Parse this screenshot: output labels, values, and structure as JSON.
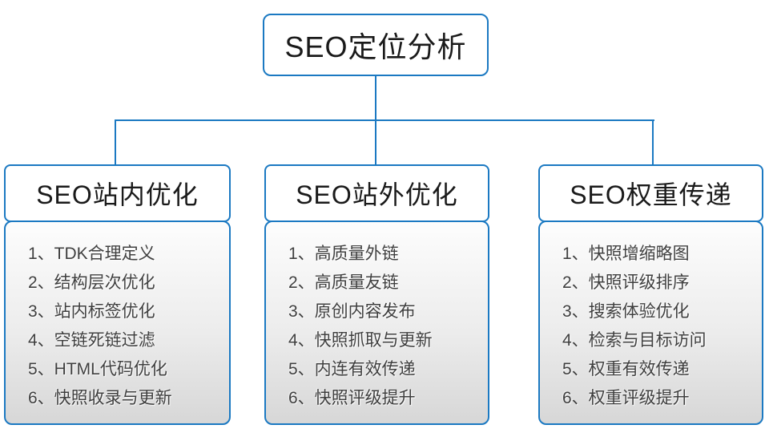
{
  "diagram": {
    "root": {
      "label": "SEO定位分析"
    },
    "branches": [
      {
        "label": "SEO站内优化",
        "items": [
          "1、TDK合理定义",
          "2、结构层次优化",
          "3、站内标签优化",
          "4、空链死链过滤",
          "5、HTML代码优化",
          "6、快照收录与更新"
        ]
      },
      {
        "label": "SEO站外优化",
        "items": [
          "1、高质量外链",
          "2、高质量友链",
          "3、原创内容发布",
          "4、快照抓取与更新",
          "5、内连有效传递",
          "6、快照评级提升"
        ]
      },
      {
        "label": "SEO权重传递",
        "items": [
          "1、快照增缩略图",
          "2、快照评级排序",
          "3、搜索体验优化",
          "4、检索与目标访问",
          "5、权重有效传递",
          "6、权重评级提升"
        ]
      }
    ],
    "colors": {
      "accent": "#1b79c2",
      "title_text": "#1a1a1a",
      "list_text": "#3f3f3f",
      "list_bg_top": "#fdfdfd",
      "list_bg_mid": "#ececec",
      "list_bg_bottom": "#d7d7d7"
    }
  }
}
